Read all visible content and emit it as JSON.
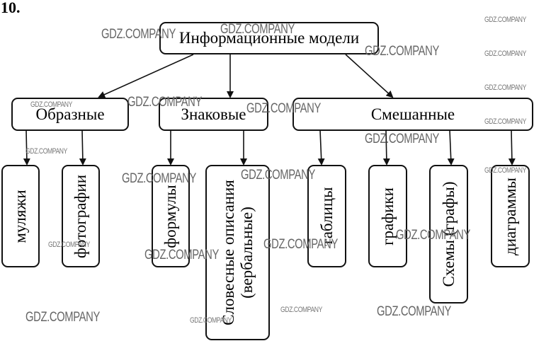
{
  "task_number": "10.",
  "root": {
    "label": "Информационные модели"
  },
  "categories": [
    {
      "id": "figurative",
      "label": "Образные",
      "children": [
        "муляжи",
        "фотографии"
      ]
    },
    {
      "id": "symbolic",
      "label": "Знаковые",
      "children": [
        "формулы",
        "Словесные описания\n(вербальные)"
      ]
    },
    {
      "id": "mixed",
      "label": "Смешанные",
      "children": [
        "таблицы",
        "графики",
        "Схемы (графы)",
        "диаграммы"
      ]
    }
  ],
  "leaves": {
    "mulyazhi": "муляжи",
    "foto": "фотографии",
    "formuly": "формулы",
    "slovesnye_line1": "Словесные описания",
    "slovesnye_line2": "(вербальные)",
    "tablicy": "таблицы",
    "grafiki": "графики",
    "shemy": "Схемы (графы)",
    "diagrammy": "диаграммы"
  },
  "watermark": "GDZ.COMPANY",
  "colors": {
    "line": "#111111",
    "watermark": "#666666"
  }
}
